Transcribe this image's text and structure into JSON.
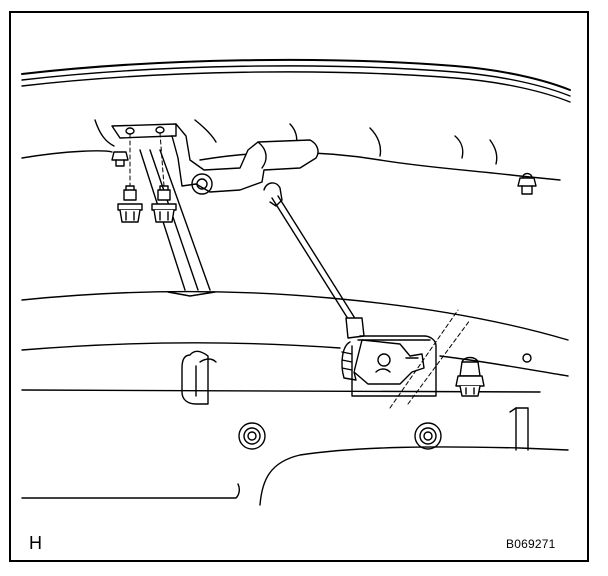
{
  "figure": {
    "corner_letter": "H",
    "figure_code": "B069271",
    "colors": {
      "line": "#000000",
      "background": "#ffffff"
    },
    "parts": [
      {
        "name": "height-sensor-bracket-upper",
        "icon": "bracket-icon"
      },
      {
        "name": "height-sensor-link-rod",
        "icon": "link-rod-icon"
      },
      {
        "name": "height-sensor-lower",
        "icon": "sensor-icon"
      },
      {
        "name": "bolts",
        "icon": "bolt-icon"
      },
      {
        "name": "nut",
        "icon": "nut-icon"
      }
    ]
  }
}
